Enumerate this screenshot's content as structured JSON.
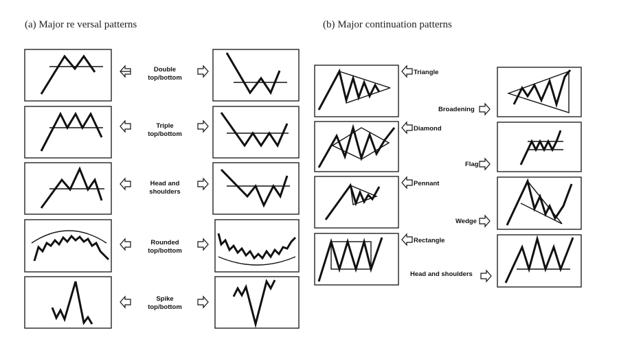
{
  "section_a": {
    "title": "(a) Major re versal patterns",
    "patterns": [
      {
        "line1": "Double",
        "line2": "top/bottom"
      },
      {
        "line1": "Triple",
        "line2": "top/bottom"
      },
      {
        "line1": "Head and",
        "line2": "shoulders"
      },
      {
        "line1": "Rounded",
        "line2": "top/bottom"
      },
      {
        "line1": "Spike",
        "line2": "top/bottom"
      }
    ]
  },
  "section_b": {
    "title": "(b) Major continuation patterns",
    "left_labels": [
      "Triangle",
      "Diamond",
      "Pennant",
      "Rectangle"
    ],
    "right_labels": [
      "Broadening",
      "Flag",
      "Wedge",
      "Head and shoulders"
    ]
  }
}
